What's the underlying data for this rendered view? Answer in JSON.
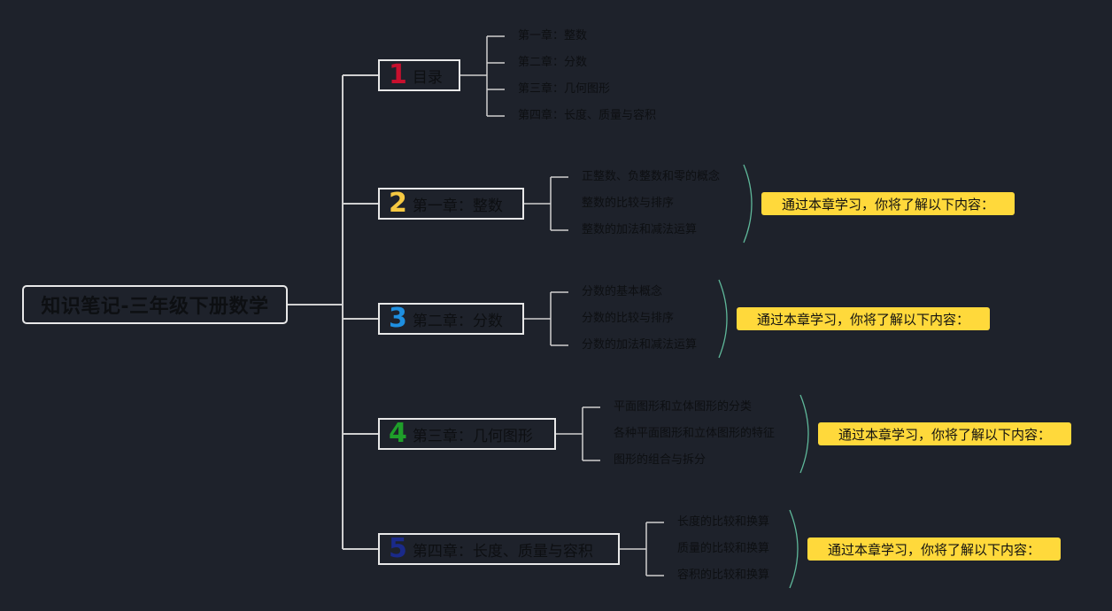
{
  "root": {
    "title": "知识笔记-三年级下册数学"
  },
  "branches": [
    {
      "number": "1",
      "label": "目录",
      "color": "#c8102e",
      "leaves": [
        "第一章：整数",
        "第二章：分数",
        "第三章：几何图形",
        "第四章：长度、质量与容积"
      ]
    },
    {
      "number": "2",
      "label": "第一章：整数",
      "color": "#f5c842",
      "leaves": [
        "正整数、负整数和零的概念",
        "整数的比较与排序",
        "整数的加法和减法运算"
      ],
      "note": "通过本章学习，你将了解以下内容："
    },
    {
      "number": "3",
      "label": "第二章：分数",
      "color": "#1e8fe0",
      "leaves": [
        "分数的基本概念",
        "分数的比较与排序",
        "分数的加法和减法运算"
      ],
      "note": "通过本章学习，你将了解以下内容："
    },
    {
      "number": "4",
      "label": "第三章：几何图形",
      "color": "#1f9e2a",
      "leaves": [
        "平面图形和立体图形的分类",
        "各种平面图形和立体图形的特征",
        "图形的组合与拆分"
      ],
      "note": "通过本章学习，你将了解以下内容："
    },
    {
      "number": "5",
      "label": "第四章：长度、质量与容积",
      "color": "#1a2a8a",
      "leaves": [
        "长度的比较和换算",
        "质量的比较和换算",
        "容积的比较和换算"
      ],
      "note": "通过本章学习，你将了解以下内容："
    }
  ],
  "colors": {
    "background": "#1e222b",
    "line": "#d0d0d0",
    "bracket": "#5fb89a",
    "note": "#ffd93b"
  }
}
